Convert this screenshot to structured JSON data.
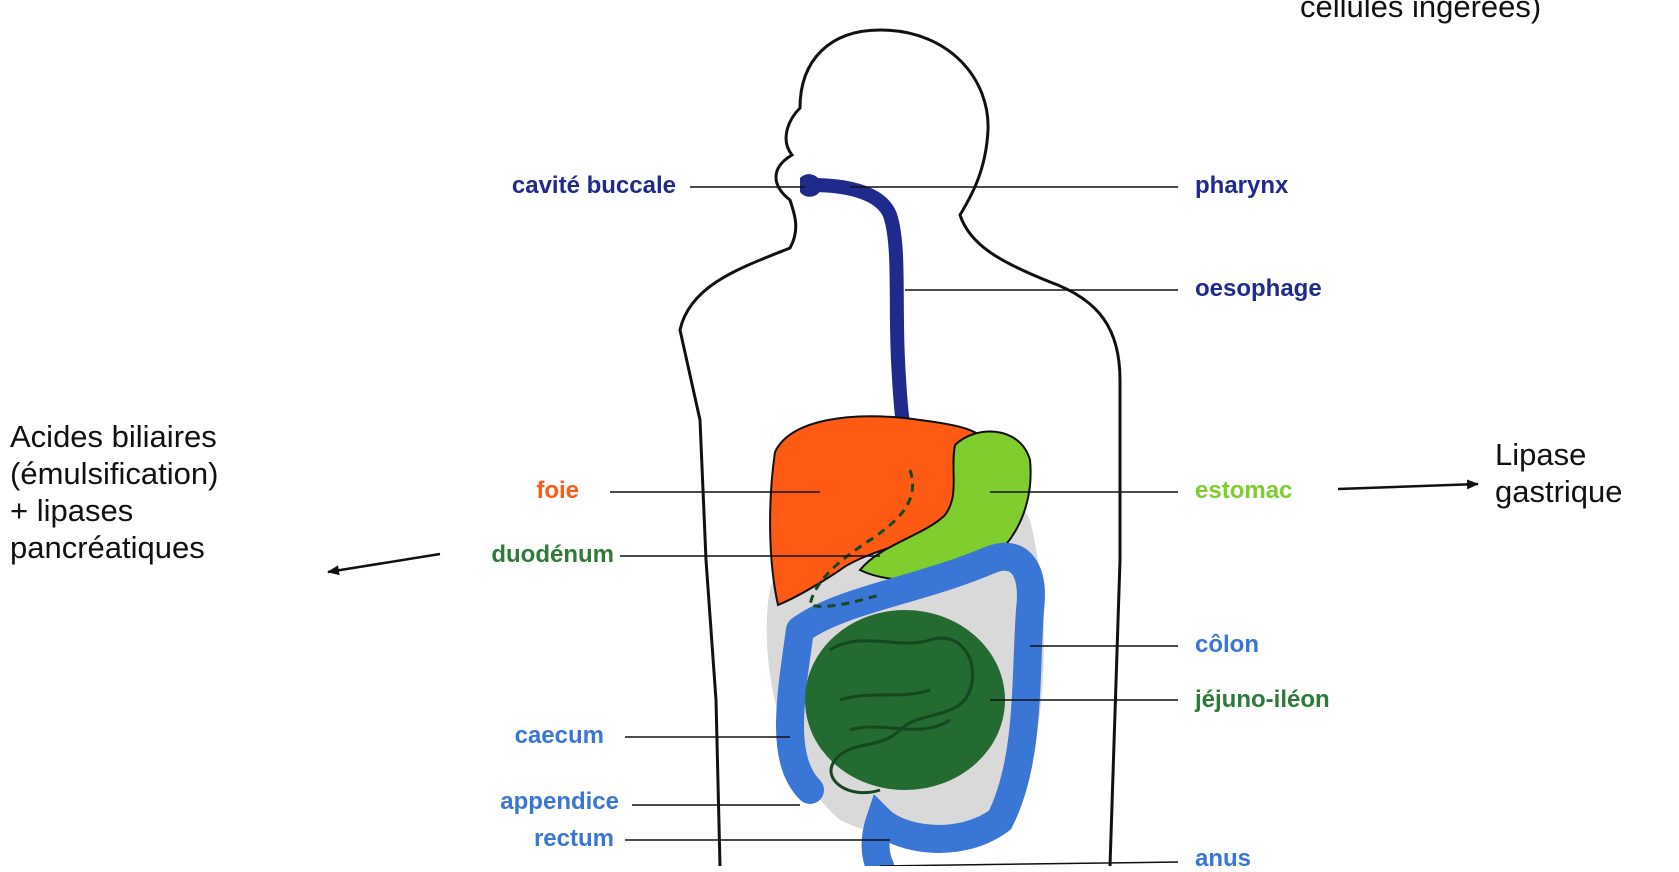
{
  "colors": {
    "esophagus": "#1f2a8c",
    "liver": "#ff5a14",
    "stomach": "#7fce2d",
    "intestine": "#236b30",
    "colon": "#3a76d6",
    "outline": "#111111",
    "shading": "#d9d9d9",
    "label_blue": "#1f2a8c",
    "label_orange": "#ff5a14",
    "label_green": "#2f7a3a",
    "label_lightgreen": "#7fce2d",
    "label_colon": "#3a76d6"
  },
  "labels": {
    "cavite_buccale": "cavité buccale",
    "pharynx": "pharynx",
    "oesophage": "oesophage",
    "foie": "foie",
    "estomac": "estomac",
    "duodenum": "duodénum",
    "colon": "côlon",
    "jejuno_ileon": "jéjuno-iléon",
    "caecum": "caecum",
    "appendice": "appendice",
    "rectum": "rectum",
    "anus": "anus"
  },
  "annotations": {
    "top_right": "cellules ingérées)",
    "left_lines": [
      "Acides biliaires",
      "(émulsification)",
      "+ lipases",
      "pancréatiques"
    ],
    "right_lines": [
      "Lipase",
      "gastrique"
    ]
  }
}
